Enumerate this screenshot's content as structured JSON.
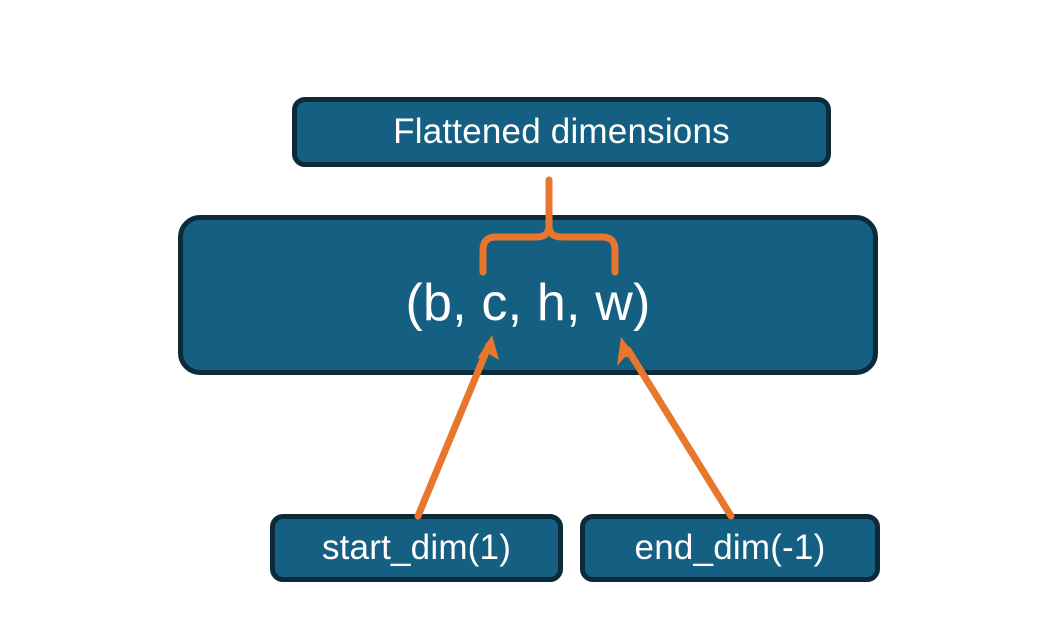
{
  "diagram": {
    "title_node": {
      "label": "Flattened dimensions"
    },
    "shape_node": {
      "label": "(b, c, h, w)"
    },
    "start_node": {
      "label": "start_dim(1)"
    },
    "end_node": {
      "label": "end_dim(-1)"
    },
    "colors": {
      "node_fill": "#156082",
      "node_border": "#0c2a38",
      "node_text": "#ffffff",
      "connector": "#E8762C",
      "background": "#ffffff"
    },
    "connectors": [
      {
        "name": "brace-over-flattened-dims",
        "type": "curly-brace",
        "from": "shape_node.dims.c-to-w",
        "to": "title_node"
      },
      {
        "name": "arrow-start-dim-to-c",
        "type": "arrow",
        "from": "start_node",
        "to": "shape_node.dims.c"
      },
      {
        "name": "arrow-end-dim-to-w",
        "type": "arrow",
        "from": "end_node",
        "to": "shape_node.dims.w"
      }
    ]
  }
}
